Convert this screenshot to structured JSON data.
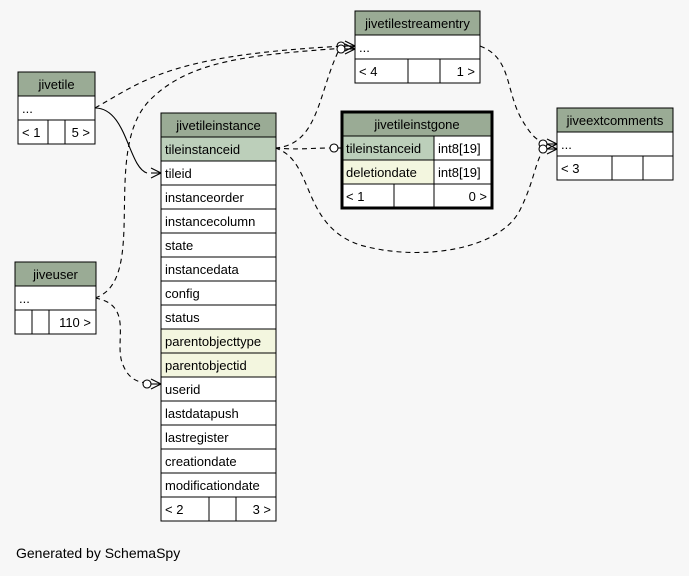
{
  "colors": {
    "page_background": "#f7f7f7",
    "table_header": "#9aab95",
    "key_column": "#bccfba",
    "indexed_column": "#f3f6df",
    "plain_row": "#ffffff",
    "border": "#000000",
    "connector": "#000000"
  },
  "footer": {
    "text": "Generated by SchemaSpy"
  },
  "tables": {
    "jivetile": {
      "name": "jivetile",
      "columns": [
        {
          "name": "...",
          "type": "",
          "style": "plain"
        }
      ],
      "footer": {
        "parents": "< 1",
        "mid": "",
        "children": "5 >"
      }
    },
    "jiveuser": {
      "name": "jiveuser",
      "columns": [
        {
          "name": "...",
          "type": "",
          "style": "plain"
        }
      ],
      "footer": {
        "parents": "",
        "mid": "",
        "children": "110 >"
      }
    },
    "jivetileinstance": {
      "name": "jivetileinstance",
      "columns": [
        {
          "name": "tileinstanceid",
          "type": "",
          "style": "key"
        },
        {
          "name": "tileid",
          "type": "",
          "style": "plain"
        },
        {
          "name": "instanceorder",
          "type": "",
          "style": "plain"
        },
        {
          "name": "instancecolumn",
          "type": "",
          "style": "plain"
        },
        {
          "name": "state",
          "type": "",
          "style": "plain"
        },
        {
          "name": "instancedata",
          "type": "",
          "style": "plain"
        },
        {
          "name": "config",
          "type": "",
          "style": "plain"
        },
        {
          "name": "status",
          "type": "",
          "style": "plain"
        },
        {
          "name": "parentobjecttype",
          "type": "",
          "style": "indexed"
        },
        {
          "name": "parentobjectid",
          "type": "",
          "style": "indexed"
        },
        {
          "name": "userid",
          "type": "",
          "style": "plain"
        },
        {
          "name": "lastdatapush",
          "type": "",
          "style": "plain"
        },
        {
          "name": "lastregister",
          "type": "",
          "style": "plain"
        },
        {
          "name": "creationdate",
          "type": "",
          "style": "plain"
        },
        {
          "name": "modificationdate",
          "type": "",
          "style": "plain"
        }
      ],
      "footer": {
        "parents": "< 2",
        "mid": "",
        "children": "3 >"
      }
    },
    "jivetilestreamentry": {
      "name": "jivetilestreamentry",
      "columns": [
        {
          "name": "...",
          "type": "",
          "style": "plain"
        }
      ],
      "footer": {
        "parents": "< 4",
        "mid": "",
        "children": "1 >"
      }
    },
    "jivetileinstgone": {
      "name": "jivetileinstgone",
      "columns": [
        {
          "name": "tileinstanceid",
          "type": "int8[19]",
          "style": "key"
        },
        {
          "name": "deletiondate",
          "type": "int8[19]",
          "style": "indexed"
        }
      ],
      "footer": {
        "parents": "< 1",
        "mid": "",
        "children": "0 >"
      }
    },
    "jiveextcomments": {
      "name": "jiveextcomments",
      "columns": [
        {
          "name": "...",
          "type": "",
          "style": "plain"
        }
      ],
      "footer": {
        "parents": "< 3",
        "mid": "",
        "children": ""
      }
    }
  }
}
